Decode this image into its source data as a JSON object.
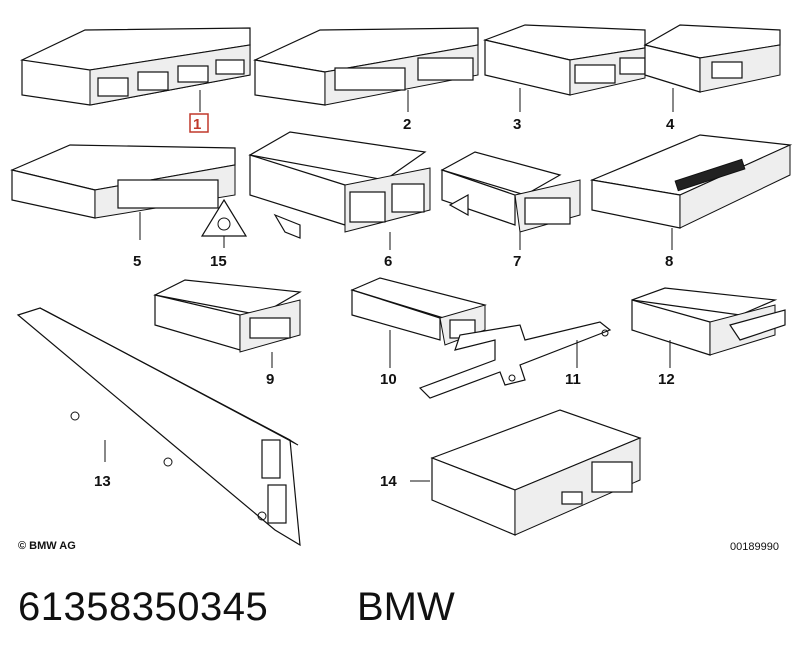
{
  "labels": {
    "l1": "1",
    "l2": "2",
    "l3": "3",
    "l4": "4",
    "l5": "5",
    "l6": "6",
    "l7": "7",
    "l8": "8",
    "l9": "9",
    "l10": "10",
    "l11": "11",
    "l12": "12",
    "l13": "13",
    "l14": "14",
    "l15": "15"
  },
  "highlighted_label": "1",
  "copyright": "© BMW AG",
  "document_id": "00189990",
  "part_number": "61358350345",
  "brand": "BMW",
  "colors": {
    "highlight": "#c0392b",
    "line": "#111111"
  }
}
